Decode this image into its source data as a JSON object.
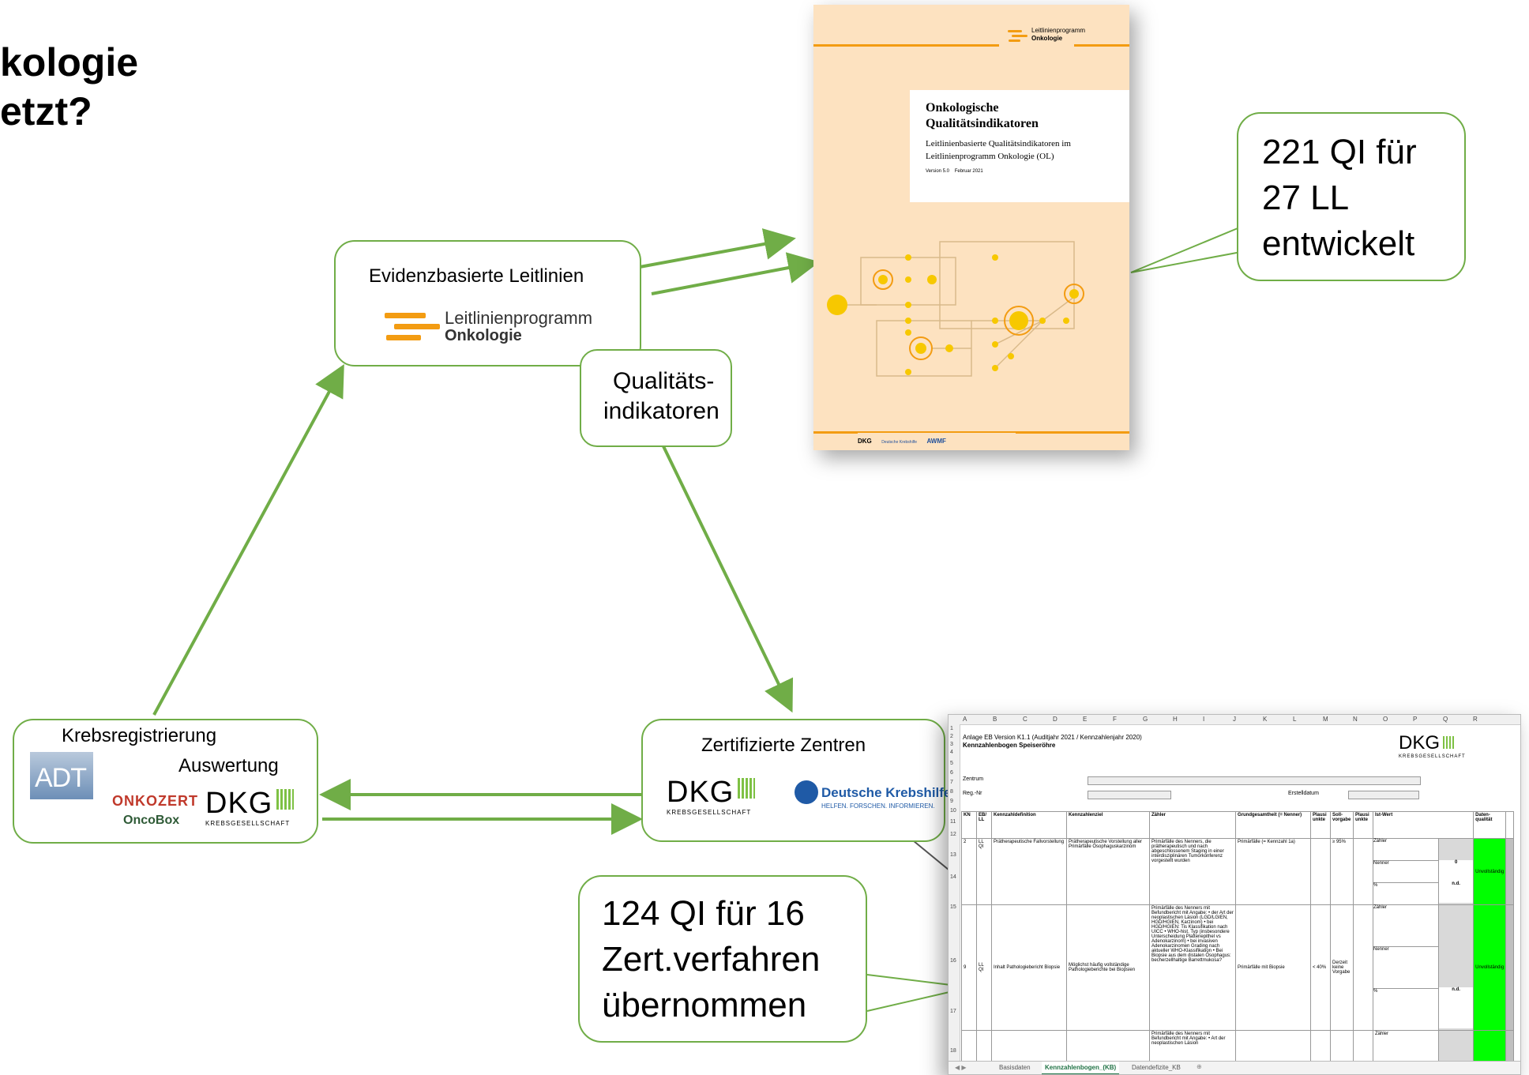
{
  "title": {
    "line1": "kologie",
    "line2": "etzt?"
  },
  "nodes": {
    "leitlinien": {
      "label": "Evidenzbasierte Leitlinien",
      "logo_line1": "Leitlinienprogramm",
      "logo_line2": "Onkologie"
    },
    "qi": {
      "line1": "Qualitäts-",
      "line2": "indikatoren"
    },
    "zentren": {
      "label": "Zertifizierte Zentren",
      "dkg": "DKG",
      "dkg_sub": "KREBSGESELLSCHAFT",
      "krebshilfe": "Deutsche Krebshilfe",
      "krebshilfe_sub": "HELFEN. FORSCHEN. INFORMIEREN."
    },
    "register": {
      "label1": "Krebsregistrierung",
      "label2": "Auswertung",
      "adt": "ADT",
      "onkozert": "ONKOZERT",
      "oncobox": "OncoBox",
      "dkg": "DKG",
      "dkg_sub": "KREBSGESELLSCHAFT"
    }
  },
  "callouts": {
    "top": {
      "line1": "221 QI für",
      "line2": "27 LL",
      "line3": "entwickelt"
    },
    "bottom": {
      "line1": "124 QI für 16",
      "line2": "Zert.verfahren",
      "line3": "übernommen"
    }
  },
  "cover": {
    "logo_line1": "Leitlinienprogramm",
    "logo_line2": "Onkologie",
    "title1": "Onkologische",
    "title2": "Qualitätsindikatoren",
    "subtitle1": "Leitlinienbasierte Qualitätsindikatoren im",
    "subtitle2": "Leitlinienprogramm Onkologie (OL)",
    "version": "Version 5.0    Februar 2021",
    "footer": [
      "DKG",
      "Deutsche Krebshilfe",
      "AWMF"
    ]
  },
  "spreadsheet": {
    "columns": [
      "A",
      "B",
      "C",
      "D",
      "E",
      "F",
      "G",
      "H",
      "I",
      "J",
      "K",
      "L",
      "M",
      "N",
      "O",
      "P",
      "Q",
      "R"
    ],
    "row_numbers": [
      "1",
      "2",
      "3",
      "4",
      "5",
      "6",
      "7",
      "8",
      "9",
      "10",
      "11",
      "12",
      "13",
      "14",
      "15",
      "16",
      "17",
      "18"
    ],
    "header_line1": "Anlage EB Version K1.1 (Auditjahr 2021 / Kennzahlenjahr 2020)",
    "header_line2": "Kennzahlenbogen Speiseröhre",
    "zentrum": "Zentrum",
    "regnr": "Reg.-Nr",
    "erstelldatum": "Erstelldatum",
    "dkg": "DKG",
    "dkg_sub": "KREBSGESELLSCHAFT",
    "table_headers": [
      "KN",
      "EB/ LL",
      "Kennzahldefinition",
      "Kennzahlenziel",
      "Zähler",
      "Grundgesamtheit (= Nenner)",
      "Plausi unkte",
      "Soll-vorgabe",
      "Plausi unkte",
      "Ist-Wert",
      "Daten-qualität"
    ],
    "row1": {
      "kn": "2",
      "ll": "LL QI",
      "def": "Prätherapeutische Fallvorstellung",
      "ziel": "Prätherapeutische Vorstellung aller Primärfälle Ösophaguskarzinom",
      "zaehler": "Primärfälle des Nenners, die prätherapeutisch und nach abgeschlossenem Staging in einer interdisziplinären Tumorkonferenz vorgestellt wurden",
      "nenner": "Primärfälle (= Kennzahl 1a)",
      "soll": "≥ 95%",
      "ist_labels": [
        "Zähler",
        "Nenner",
        "%"
      ],
      "ist_values": [
        "",
        "0",
        "n.d."
      ],
      "quality": "Unvollständig"
    },
    "row2": {
      "kn": "9",
      "ll": "LL QI",
      "def": "Inhalt Pathologiebericht Biopsie",
      "ziel": "Möglichst häufig vollständige Pathologieberichte bei Biopsien",
      "zaehler": "Primärfälle des Nenners mit Befundbericht mit Angabe: • der Art der neoplastischen Läsion (LGD/LGIEN, HGD/HGIEN, Karzinom) • bei HGD/HGIEN: Tis Klassifikation nach UICC • WHO-hist. Typ (insbesondere Unterscheidung Plattenepithel vs Adenokarzinom) • bei invasiven Adenokarzinomen Grading nach aktueller WHO-Klassifikation • Bei Biopsie aus dem distalen Ösophagus: becherzellhaltige Barrettmukosa?",
      "nenner": "Primärfälle mit Biopsie",
      "plausi": "< 40%",
      "soll": "Derzeit keine Vorgabe",
      "ist_labels": [
        "Zähler",
        "Nenner",
        "%"
      ],
      "ist_values": [
        "",
        "",
        "n.d."
      ],
      "quality": "Unvollständig"
    },
    "row3": {
      "zaehler": "Primärfälle des Nenners mit Befundbericht mit Angabe: • Art der neoplastischen Läsion",
      "ist_label": "Zähler"
    },
    "tabs": [
      "Basisdaten",
      "Kennzahlenbogen_(KB)",
      "Datendefizite_KB"
    ]
  },
  "colors": {
    "green_border": "#70ad47",
    "arrow": "#70ad47",
    "orange": "#f39c12",
    "cover_bg": "#fde2c0",
    "bright_green": "#00ff00"
  }
}
